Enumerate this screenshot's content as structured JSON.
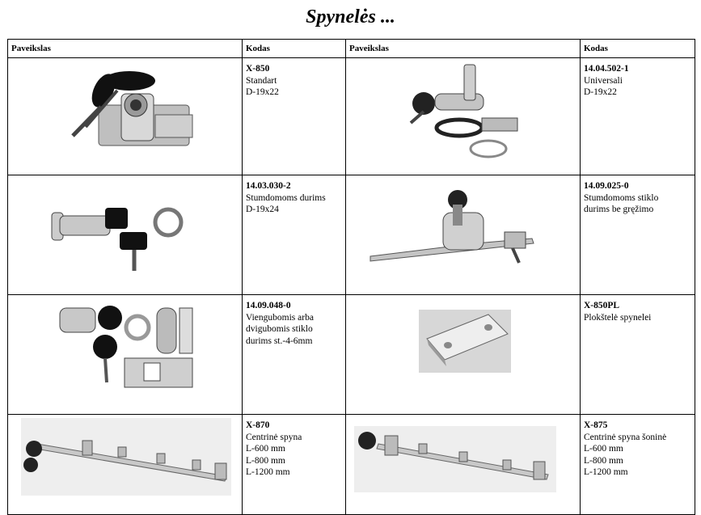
{
  "title": "Spynelės ...",
  "headers": {
    "picture": "Paveikslas",
    "code": "Kodas"
  },
  "items": [
    {
      "code": "X-850",
      "lines": [
        "Standart",
        "D-19x22"
      ],
      "image": "desk-lock-image"
    },
    {
      "code": "14.04.502-1",
      "lines": [
        "Universali",
        "D-19x22"
      ],
      "image": "cam-lock-kit-image"
    },
    {
      "code": "14.03.030-2",
      "lines": [
        "Stumdomoms durims",
        "D-19x24"
      ],
      "image": "sliding-door-lock-image"
    },
    {
      "code": "14.09.025-0",
      "lines": [
        "Stumdomoms stiklo",
        "durims be gręžimo"
      ],
      "image": "glass-sliding-lock-image"
    },
    {
      "code": "14.09.048-0",
      "lines": [
        "Viengubomis arba",
        "dvigubomis stiklo",
        "durims st.-4-6mm"
      ],
      "image": "glass-door-lock-kit-image"
    },
    {
      "code": "X-850PL",
      "lines": [
        "Plokštelė spynelei"
      ],
      "image": "lock-plate-image"
    },
    {
      "code": "X-870",
      "lines": [
        "Centrinė spyna",
        "L-600 mm",
        "L-800 mm",
        "L-1200 mm"
      ],
      "image": "central-lock-image"
    },
    {
      "code": "X-875",
      "lines": [
        "Centrinė spyna šoninė",
        "L-600 mm",
        "L-800 mm",
        "L-1200 mm"
      ],
      "image": "side-central-lock-image"
    }
  ]
}
